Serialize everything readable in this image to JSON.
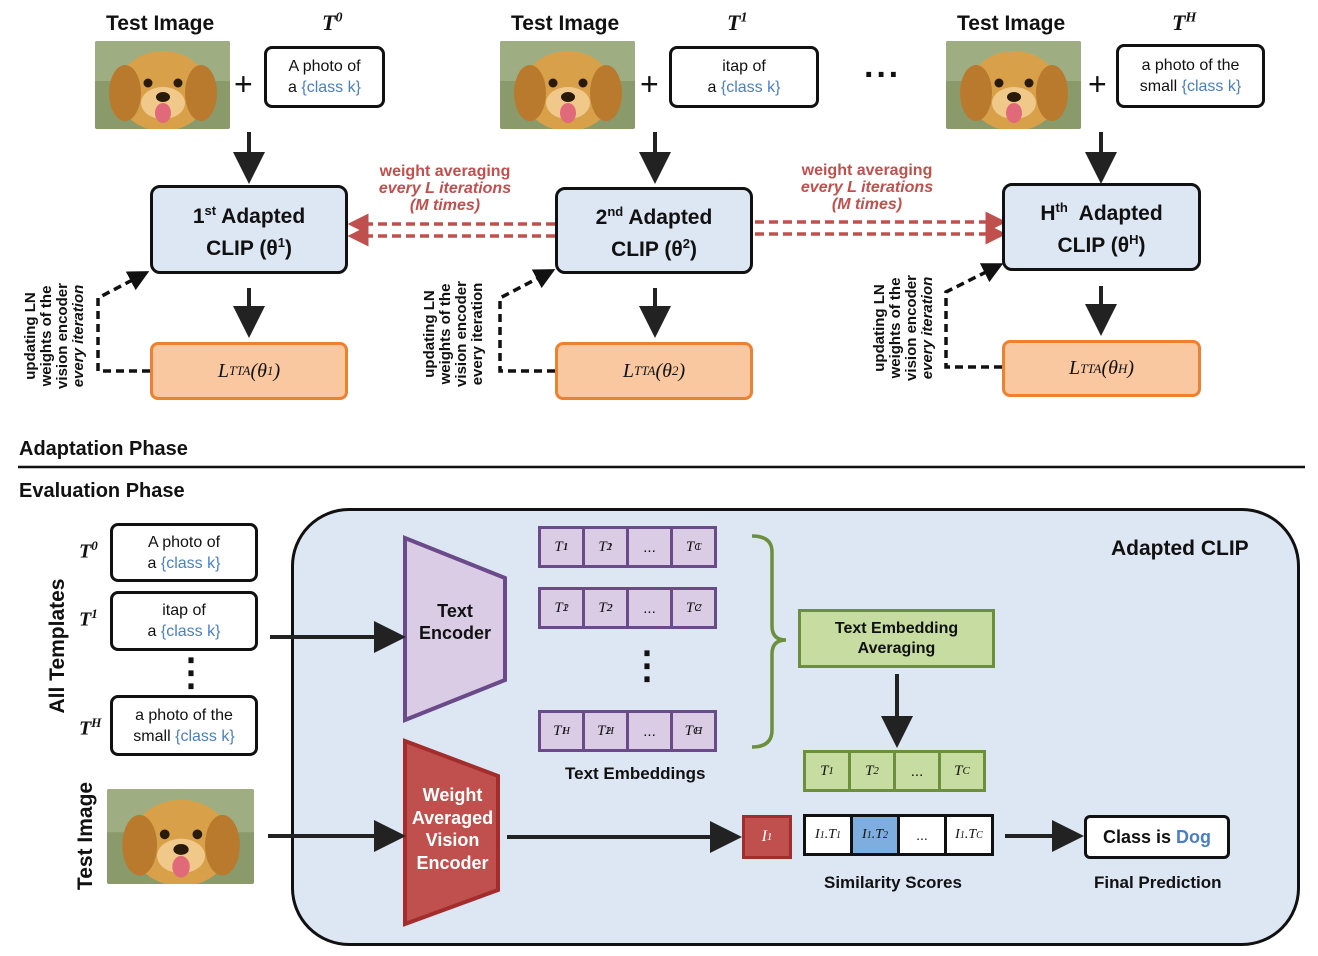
{
  "adaptation": {
    "section_label": "Adaptation Phase",
    "columns": [
      {
        "image_title": "Test Image",
        "template_symbol": "T",
        "template_sup": "0",
        "template_line1": "A photo of",
        "template_line2_prefix": "a",
        "template_class": "{class k}",
        "clip_ordinal": "1",
        "clip_ordinal_sup": "st",
        "clip_line1": "Adapted",
        "clip_line2": "CLIP (θ",
        "clip_theta_sup": "1",
        "clip_line2_end": ")",
        "loss_text": "L",
        "loss_sub": "TTA",
        "loss_arg": "(θ",
        "loss_arg_sup": "1",
        "loss_arg_end": ")",
        "side_note_lines": [
          "updating LN",
          "weights of the",
          "vision encoder",
          "every iteration"
        ]
      },
      {
        "image_title": "Test Image",
        "template_symbol": "T",
        "template_sup": "1",
        "template_line1": "itap of",
        "template_line2_prefix": "a",
        "template_class": "{class k}",
        "clip_ordinal": "2",
        "clip_ordinal_sup": "nd",
        "clip_line1": "Adapted",
        "clip_line2": "CLIP (θ",
        "clip_theta_sup": "2",
        "clip_line2_end": ")",
        "loss_text": "L",
        "loss_sub": "TTA",
        "loss_arg": "(θ",
        "loss_arg_sup": "2",
        "loss_arg_end": ")",
        "side_note_lines": [
          "updating LN",
          "weights of the",
          "vision encoder",
          "every iteration"
        ]
      },
      {
        "image_title": "Test Image",
        "template_symbol": "T",
        "template_sup": "H",
        "template_line1": "a photo of the",
        "template_line2_prefix": "small",
        "template_class": "{class k}",
        "clip_ordinal": "H",
        "clip_ordinal_sup": "th",
        "clip_line1": "Adapted",
        "clip_line2": "CLIP (θ",
        "clip_theta_sup": "H",
        "clip_line2_end": ")",
        "loss_text": "L",
        "loss_sub": "TTA",
        "loss_arg": "(θ",
        "loss_arg_sup": "H",
        "loss_arg_end": ")",
        "side_note_lines": [
          "updating LN",
          "weights of the",
          "vision encoder",
          "every iteration"
        ]
      }
    ],
    "ellipsis": "···",
    "plus": "+",
    "weight_avg": {
      "line1": "weight averaging",
      "line2": "every L iterations",
      "line3": "(M times)"
    }
  },
  "evaluation": {
    "section_label": "Evaluation Phase",
    "panel_title": "Adapted CLIP",
    "all_templates_label": "All Templates",
    "test_image_label": "Test Image",
    "templates": [
      {
        "symbol": "T",
        "sup": "0",
        "line1": "A photo of",
        "line2_prefix": "a",
        "cls": "{class k}"
      },
      {
        "symbol": "T",
        "sup": "1",
        "line1": "itap of",
        "line2_prefix": "a",
        "cls": "{class k}"
      },
      {
        "symbol": "T",
        "sup": "H",
        "line1": "a photo of the",
        "line2_prefix": "small",
        "cls": "{class k}"
      }
    ],
    "vdots": "⋮",
    "text_encoder": {
      "line1": "Text",
      "line2": "Encoder"
    },
    "vision_encoder": {
      "line1": "Weight",
      "line2": "Averaged",
      "line3": "Vision",
      "line4": "Encoder"
    },
    "text_embeddings_label": "Text Embeddings",
    "embedding_rows": [
      {
        "sup": "1",
        "cells": [
          "1",
          "2",
          "...",
          "C"
        ]
      },
      {
        "sup": "2",
        "cells": [
          "1",
          "2",
          "...",
          "C"
        ]
      },
      {
        "sup": "H",
        "cells": [
          "1",
          "2",
          "...",
          "C"
        ]
      }
    ],
    "emb_dots": "⋮",
    "averaging_box": {
      "line1": "Text Embedding",
      "line2": "Averaging"
    },
    "averaged_embeddings": [
      "1",
      "2",
      "...",
      "C"
    ],
    "image_embedding": {
      "symbol": "I",
      "sub": "1"
    },
    "similarity_cells": [
      "1",
      "2",
      "...",
      "C"
    ],
    "similarity_label": "Similarity Scores",
    "prediction": {
      "prefix": "Class is",
      "value": "Dog",
      "label": "Final Prediction"
    }
  },
  "colors": {
    "clip_fill": "#dde6f3",
    "loss_fill": "#f9c8a0",
    "loss_border": "#ee8130",
    "avg_arrow": "#c0504d",
    "class_text": "#4a7fc1",
    "text_encoder_fill": "#d9cce4",
    "text_encoder_border": "#6b4a8a",
    "vision_encoder_fill": "#c0504d",
    "green_fill": "#c6dca0",
    "green_border": "#6b8f3a",
    "panel_fill": "#dde6f3",
    "highlight_cell": "#7eaee0"
  }
}
